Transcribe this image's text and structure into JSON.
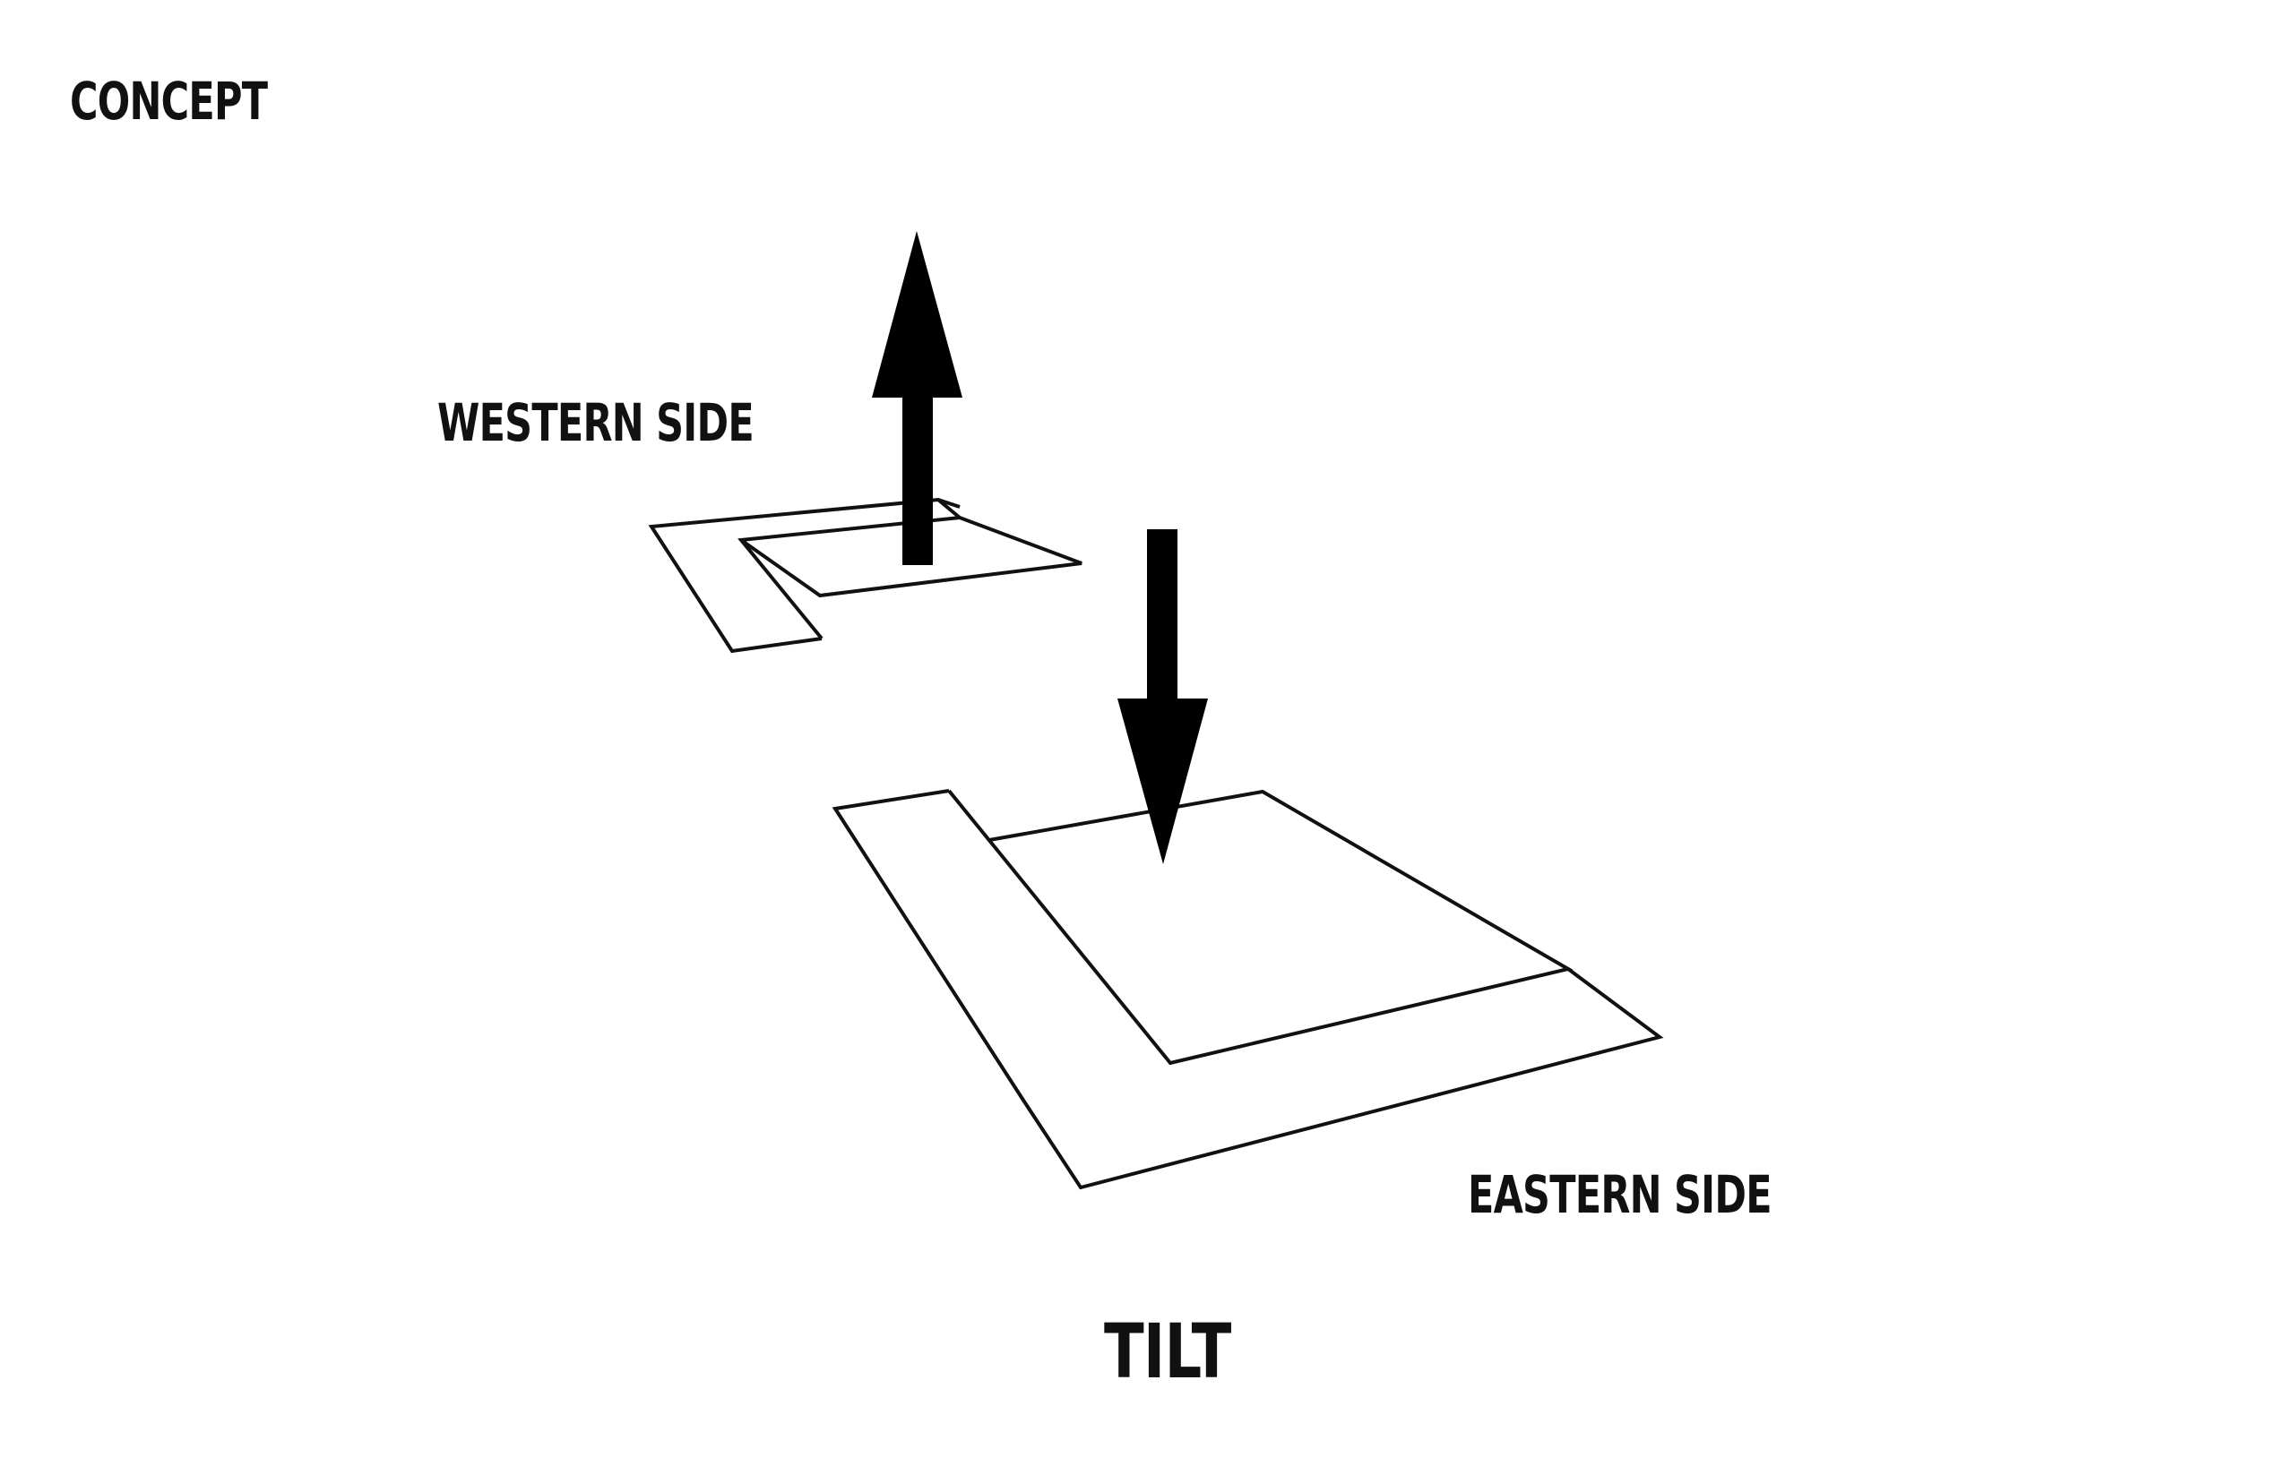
{
  "labels": {
    "concept": "CONCEPT",
    "western_side": "WESTERN SIDE",
    "eastern_side": "EASTERN SIDE",
    "tilt": "TILT"
  },
  "arrows": {
    "western": "up",
    "eastern": "down"
  },
  "colors": {
    "background": "#ffffff",
    "ink": "#111111"
  }
}
